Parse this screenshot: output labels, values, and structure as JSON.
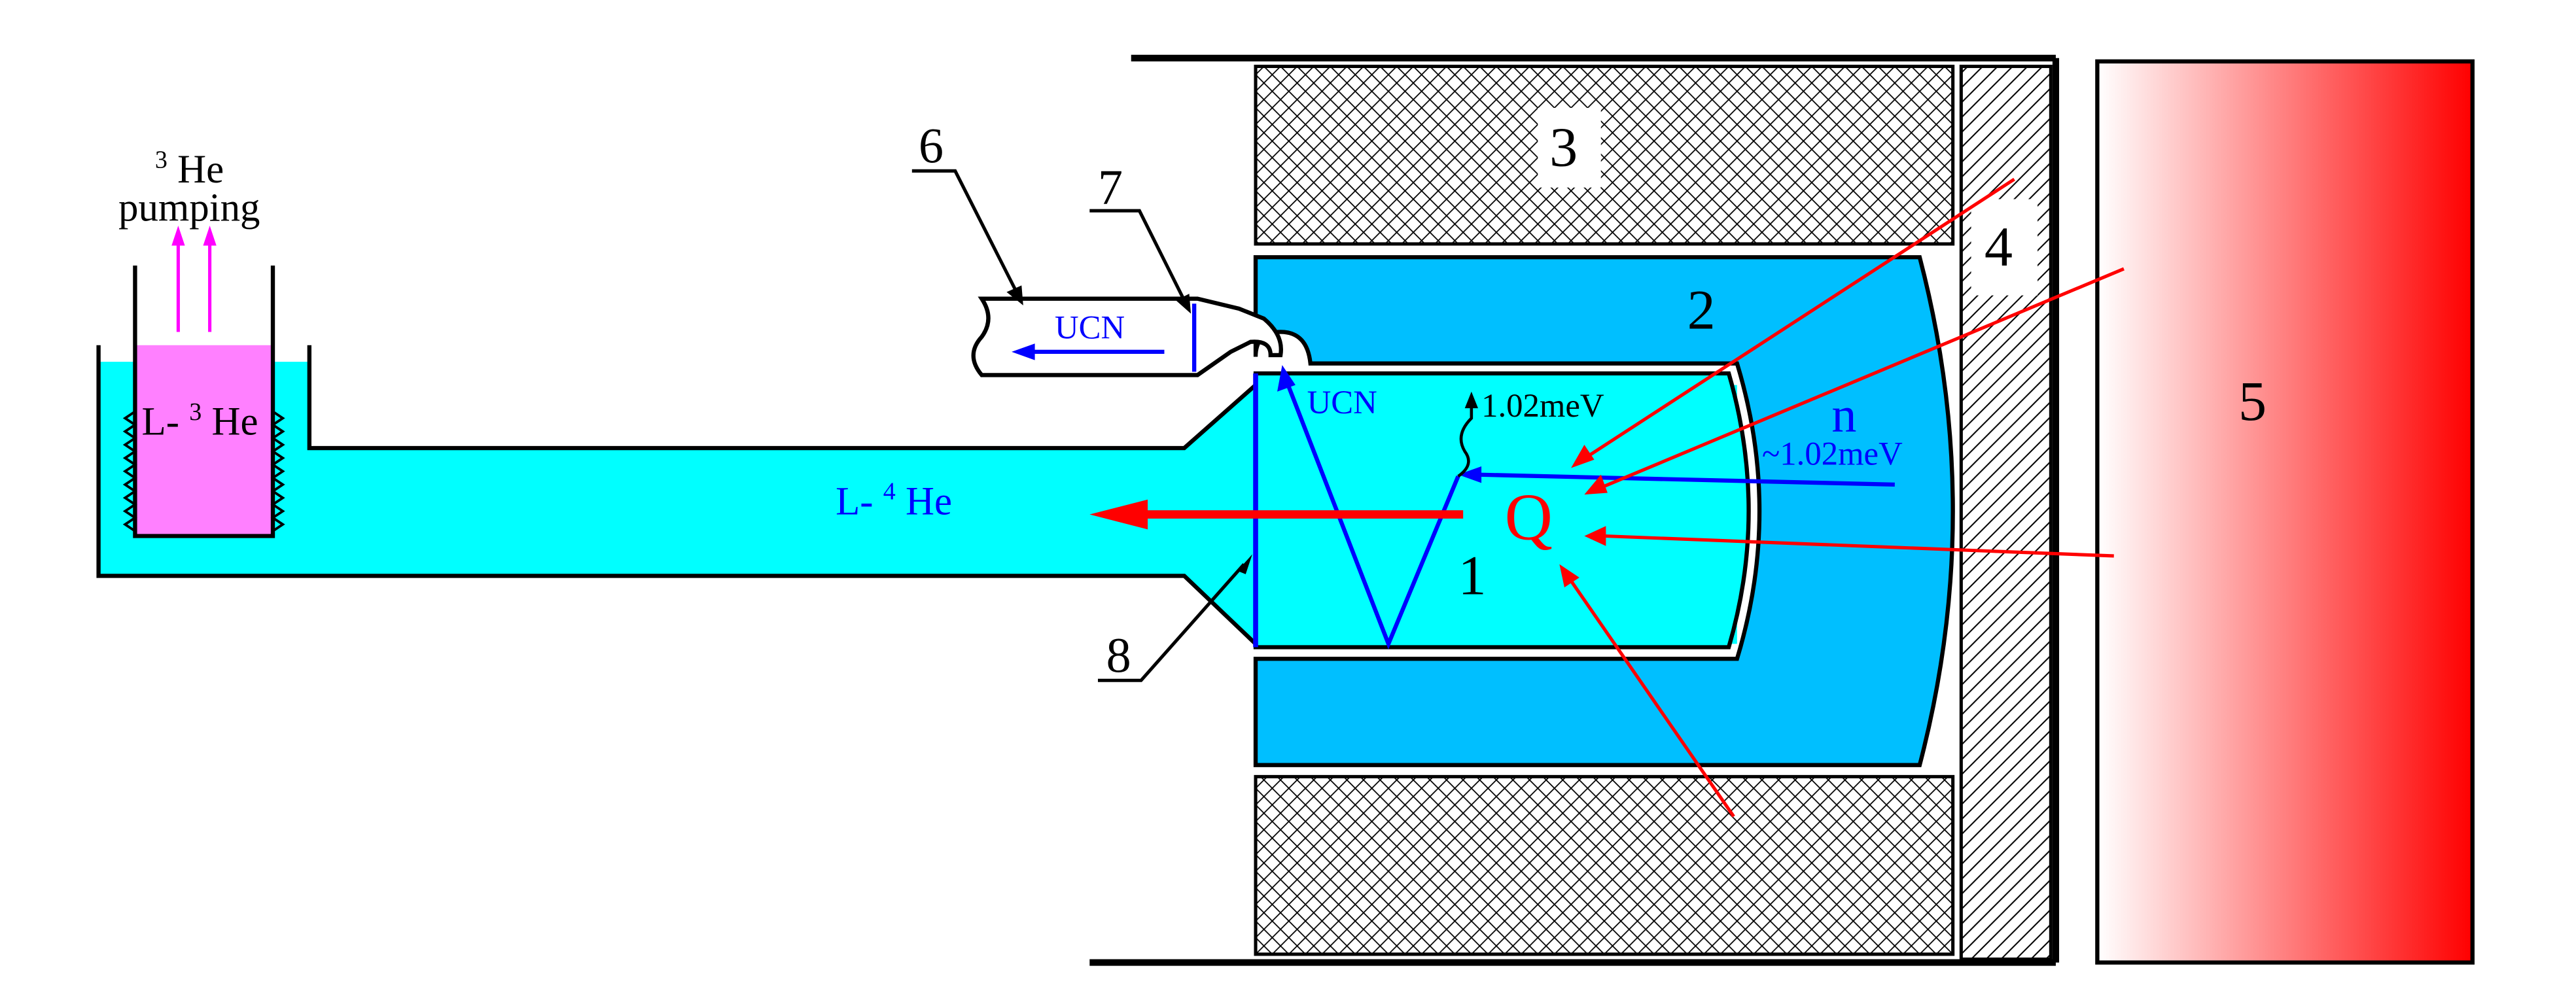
{
  "labels": {
    "n1": "1",
    "n2": "2",
    "n3": "3",
    "n4": "4",
    "n5": "5",
    "n6": "6",
    "n7": "7",
    "n8": "8"
  },
  "text": {
    "he3_sup": "3",
    "he3_pump_he": "He",
    "pumping": "pumping",
    "lhe3_prefix": "L-",
    "lhe3_sup": "3",
    "lhe3_he": "He",
    "lhe4_prefix": "L-",
    "lhe4_sup": "4",
    "lhe4_he": "He",
    "ucn_guide": "UCN",
    "ucn_inner": "UCN",
    "energy_low": "1.02meV",
    "neutron": "n",
    "neutron_energy": "~1.02meV",
    "heat": "Q"
  },
  "colors": {
    "liquid_he4": "#00ffff",
    "inner_volume": "#00bfff",
    "liquid_he3": "#ff80ff",
    "heat_red": "#ff0000",
    "ucn_blue": "#0000ff",
    "outline": "#000000"
  }
}
